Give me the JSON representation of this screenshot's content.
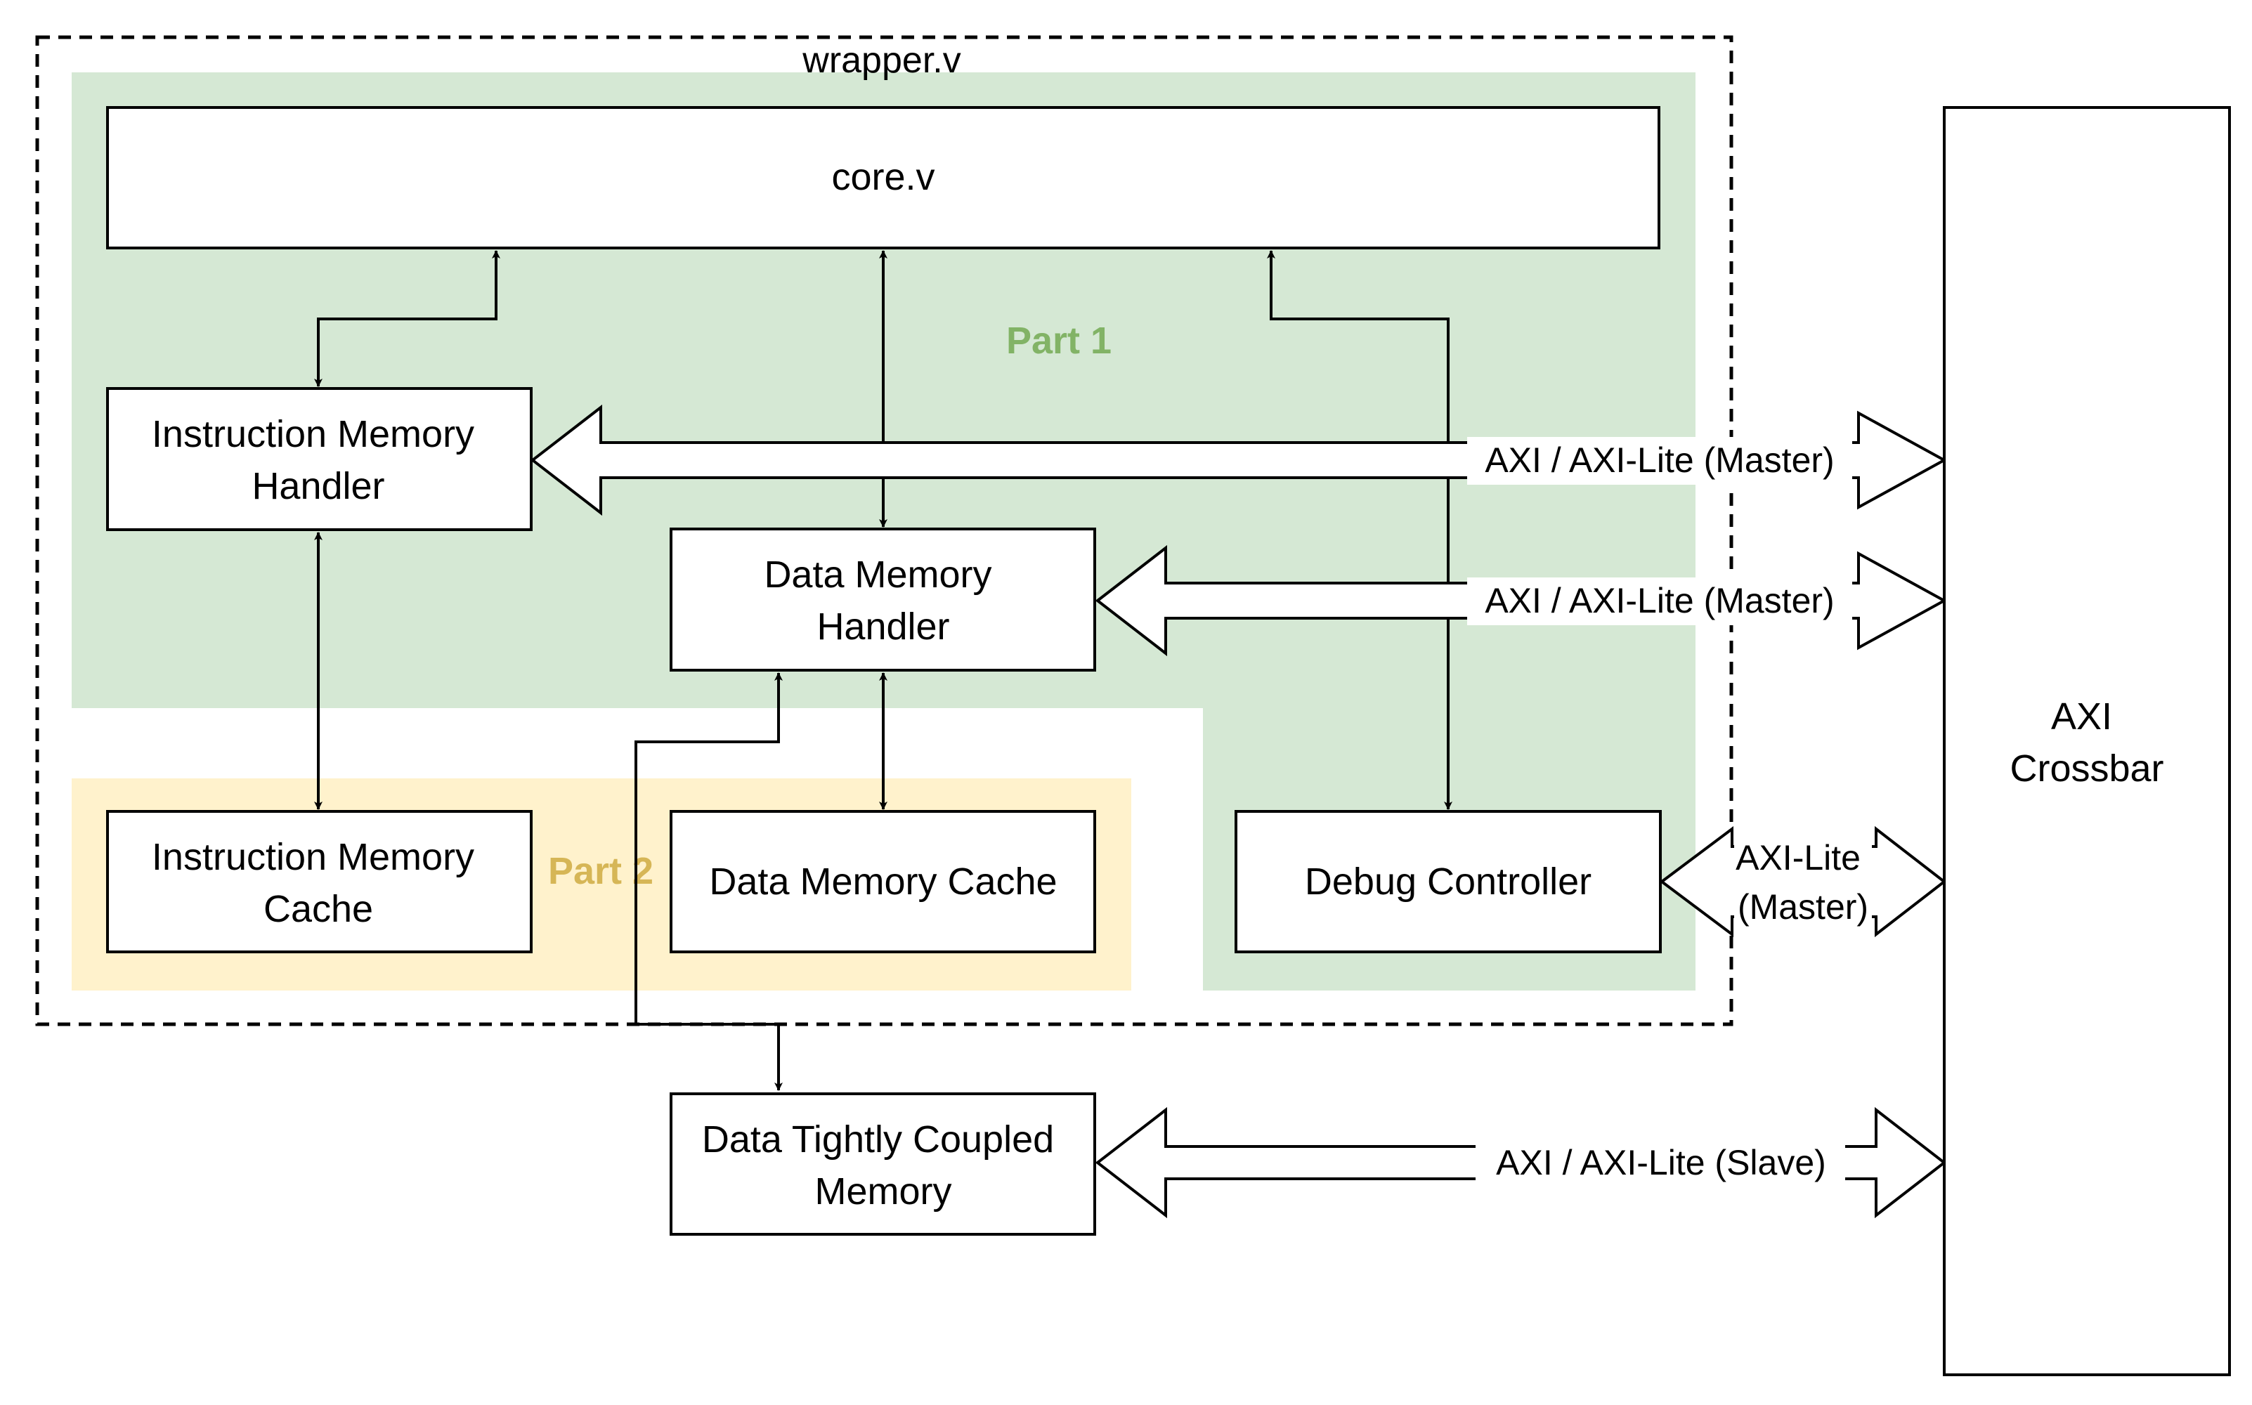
{
  "regions": {
    "wrapper_label": "wrapper.v",
    "part1_label": "Part 1",
    "part2_label": "Part 2"
  },
  "blocks": {
    "core": [
      "core.v"
    ],
    "imem_handler": [
      "Instruction Memory",
      "Handler"
    ],
    "dmem_handler": [
      "Data Memory",
      "Handler"
    ],
    "imem_cache": [
      "Instruction Memory",
      "Cache"
    ],
    "dmem_cache": [
      "Data Memory Cache"
    ],
    "debug_controller": [
      "Debug Controller"
    ],
    "dtcm": [
      "Data Tightly Coupled",
      "Memory"
    ],
    "axi_crossbar": [
      "AXI",
      "Crossbar"
    ]
  },
  "buses": {
    "imem_bus": "AXI / AXI-Lite (Master)",
    "dmem_bus": "AXI / AXI-Lite (Master)",
    "debug_bus": [
      "AXI-Lite",
      "(Master)"
    ],
    "dtcm_bus": "AXI / AXI-Lite (Slave)"
  },
  "colors": {
    "part1_fill": "#d5e8d4",
    "part1_text": "#82b366",
    "part2_fill": "#fff2cc",
    "part2_text": "#d6b656",
    "stroke": "#000000",
    "box_fill": "#ffffff"
  }
}
